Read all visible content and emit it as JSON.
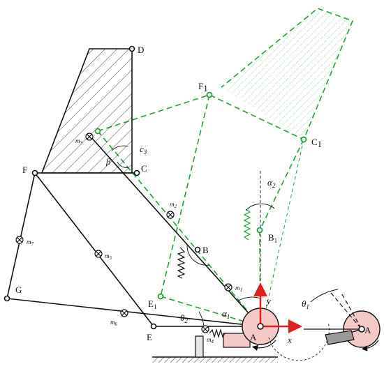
{
  "labels": {
    "D": "D",
    "F1": "F",
    "F1_sub": "1",
    "C1": "C",
    "C1_sub": "1",
    "m3": "m",
    "m3_sub": "3",
    "c3": "c",
    "c3_sub": "3",
    "beta": "β",
    "C": "C",
    "F": "F",
    "m2": "m",
    "m2_sub": "2",
    "alpha2": "α",
    "alpha2_sub": "2",
    "B1": "B",
    "B1_sub": "1",
    "m7": "m",
    "m7_sub": "7",
    "m5": "m",
    "m5_sub": "5",
    "B": "B",
    "m1": "m",
    "m1_sub": "1",
    "G": "G",
    "E1": "E",
    "E1_sub": "1",
    "y": "y",
    "theta1": "θ",
    "theta1_sub": "1",
    "alpha1": "α",
    "alpha1_sub": "1",
    "theta2": "θ",
    "theta2_sub": "2",
    "m6": "m",
    "m6_sub": "6",
    "E": "E",
    "m4": "m",
    "m4_sub": "4",
    "A": "A",
    "x": "x",
    "A_inset": "A"
  },
  "colors": {
    "mechanism": "#111111",
    "displaced": "#22a234",
    "axes": "#e0201c",
    "hub": "#f4c9c6",
    "block": "#c8c8c8"
  }
}
